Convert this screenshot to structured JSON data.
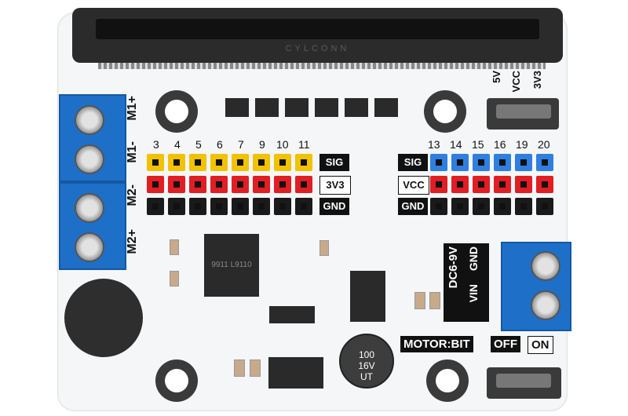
{
  "board": {
    "brand": "CYLCONN",
    "title": "MOTOR:BIT",
    "motor_labels": [
      "M1+",
      "M1-",
      "M2-",
      "M2+"
    ],
    "power_select": [
      "5V",
      "VCC",
      "3V3"
    ],
    "left_pin_numbers": [
      "3",
      "4",
      "5",
      "6",
      "7",
      "9",
      "10",
      "11"
    ],
    "right_pin_numbers": [
      "13",
      "14",
      "15",
      "16",
      "19",
      "20"
    ],
    "row_labels_left": [
      "SIG",
      "3V3",
      "GND"
    ],
    "row_labels_right": [
      "SIG",
      "VCC",
      "GND"
    ],
    "dc_label": "DC6-9V",
    "vin_label": "VIN",
    "gnd_label": "GND",
    "off_label": "OFF",
    "on_label": "ON",
    "cap_text": "100 16V UT",
    "ic_text": "9911 L9110",
    "colors": {
      "yellow": "#f2c200",
      "red": "#e01e24",
      "black": "#1a1a1a",
      "blue": "#2f7fe0",
      "terminal": "#1e6fc7"
    }
  }
}
